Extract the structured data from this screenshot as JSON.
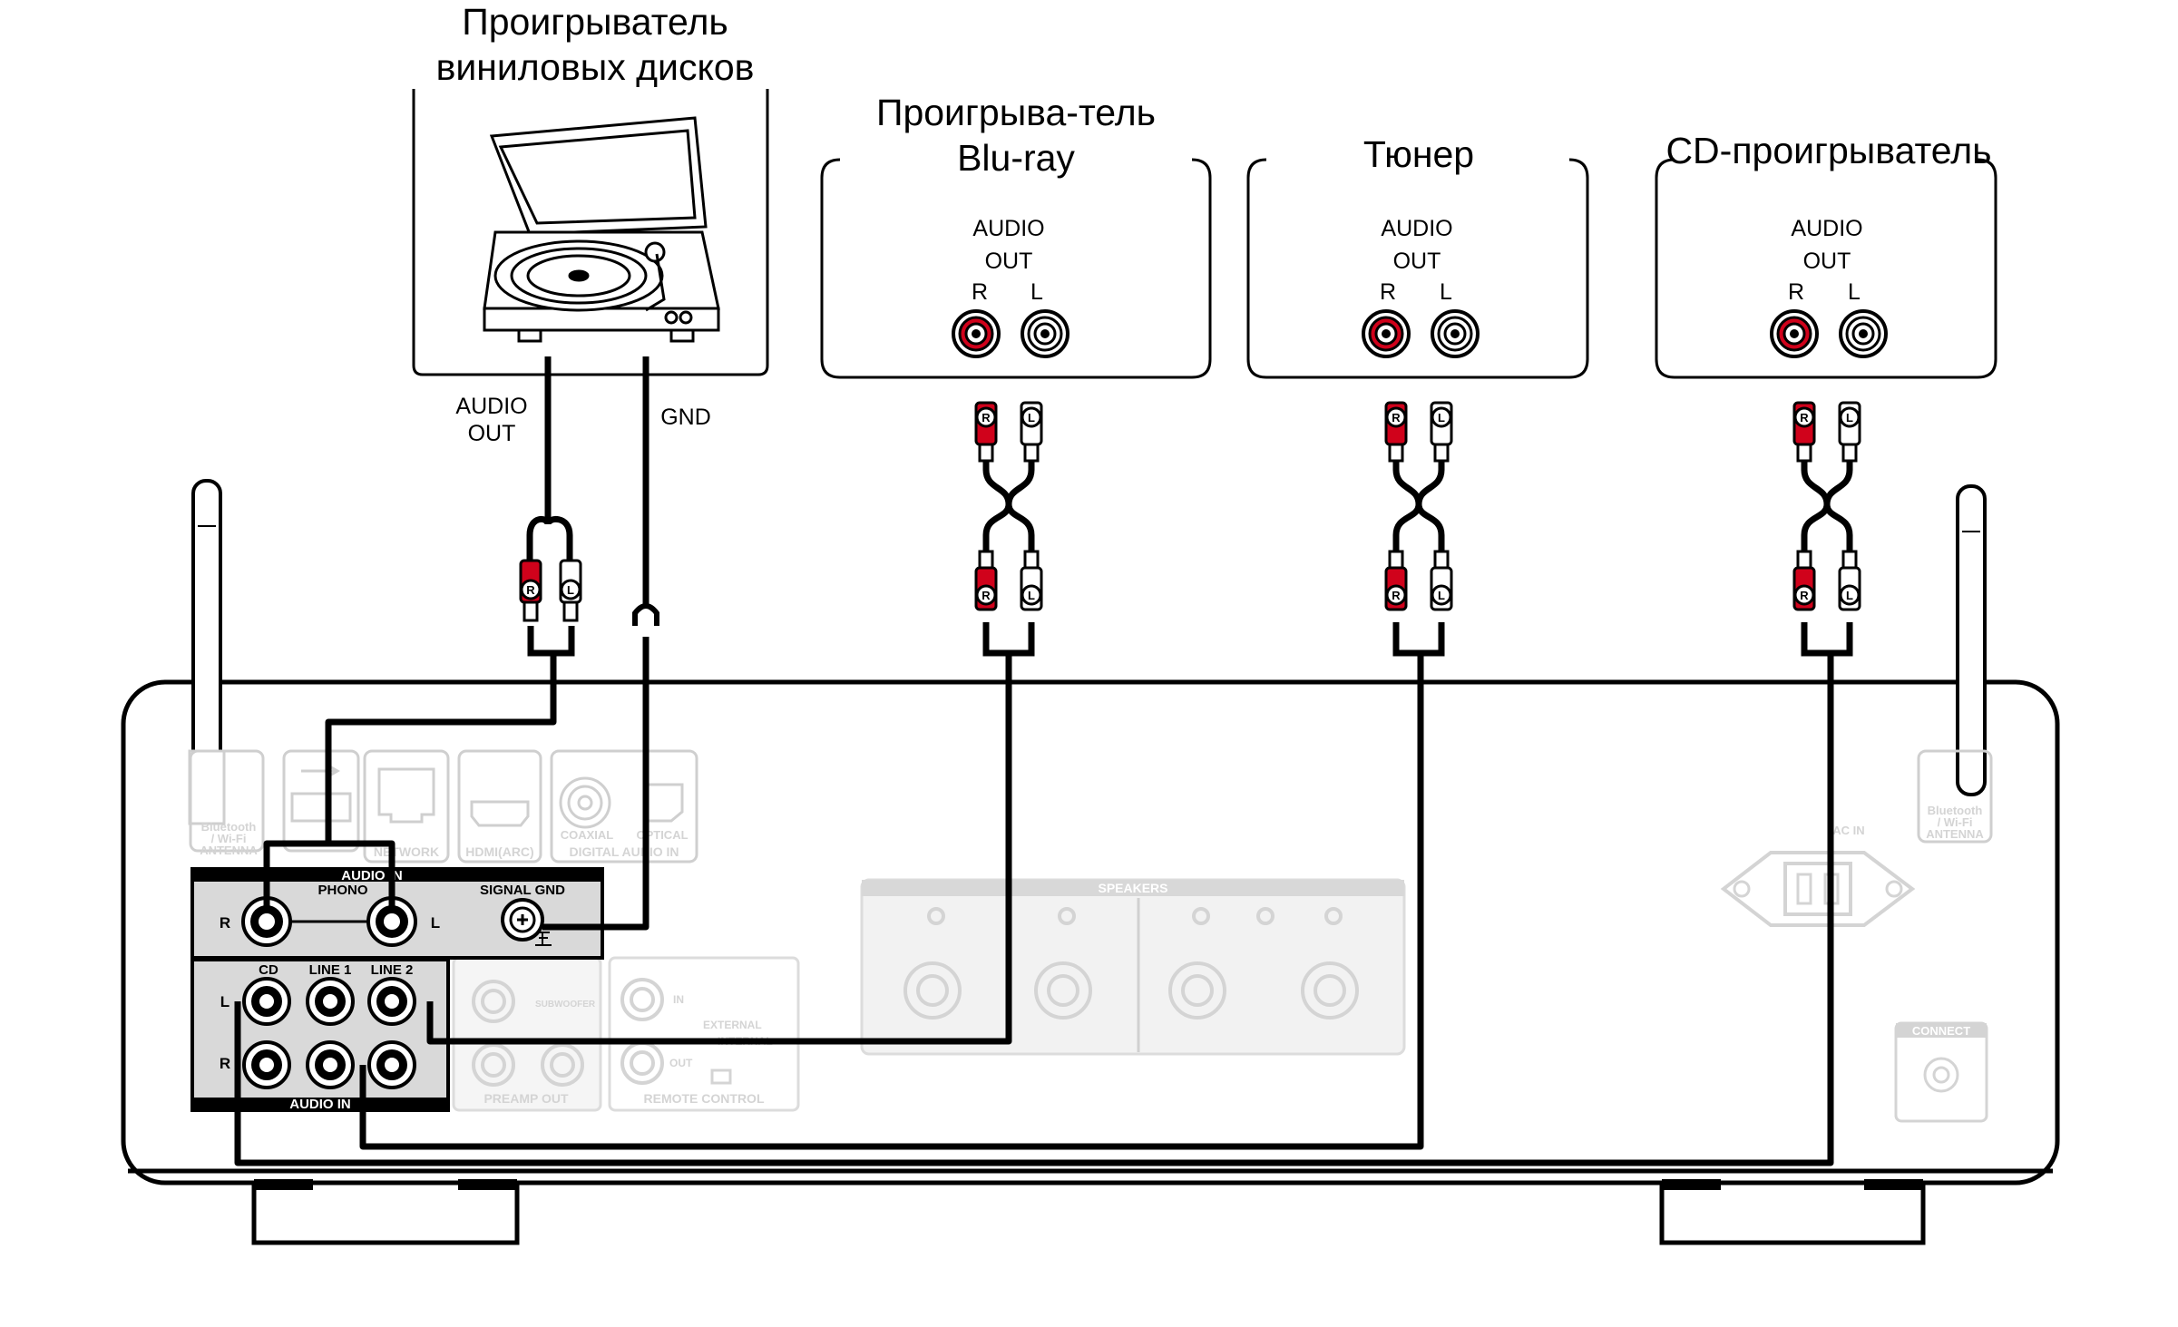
{
  "devices": [
    {
      "title_lines": [
        "Проигрыватель",
        "виниловых дисков"
      ],
      "output_labels": [
        "AUDIO",
        "OUT"
      ],
      "gnd_label": "GND"
    },
    {
      "title_lines": [
        "Проигрыва-тель",
        "Blu-ray"
      ],
      "output_labels": [
        "AUDIO",
        "OUT"
      ],
      "r": "R",
      "l": "L"
    },
    {
      "title_lines": [
        "Тюнер"
      ],
      "output_labels": [
        "AUDIO",
        "OUT"
      ],
      "r": "R",
      "l": "L"
    },
    {
      "title_lines": [
        "CD-проигрыватель"
      ],
      "output_labels": [
        "AUDIO",
        "OUT"
      ],
      "r": "R",
      "l": "L"
    }
  ],
  "plug_labels": {
    "r": "R",
    "l": "L"
  },
  "amplifier": {
    "bt_antenna_label": [
      "Bluetooth",
      "/ Wi-Fi",
      "ANTENNA"
    ],
    "network": "NETWORK",
    "hdmi": "HDMI(ARC)",
    "coaxial": "COAXIAL",
    "optical": "OPTICAL",
    "digital_audio_in": "DIGITAL AUDIO IN",
    "audio_in_top": "AUDIO IN",
    "phono": "PHONO",
    "signal_gnd": "SIGNAL GND",
    "r": "R",
    "l": "L",
    "cd": "CD",
    "line1": "LINE 1",
    "line2": "LINE 2",
    "audio_in_bottom": "AUDIO IN",
    "subwoofer": "SUBWOOFER",
    "preamp_out": "PREAMP OUT",
    "in": "IN",
    "out": "OUT",
    "external": "EXTERNAL",
    "internal": "INTERNAL",
    "remote_control": "REMOTE CONTROL",
    "speakers": "SPEAKERS",
    "ac_in": "AC IN",
    "connect": "CONNECT"
  }
}
